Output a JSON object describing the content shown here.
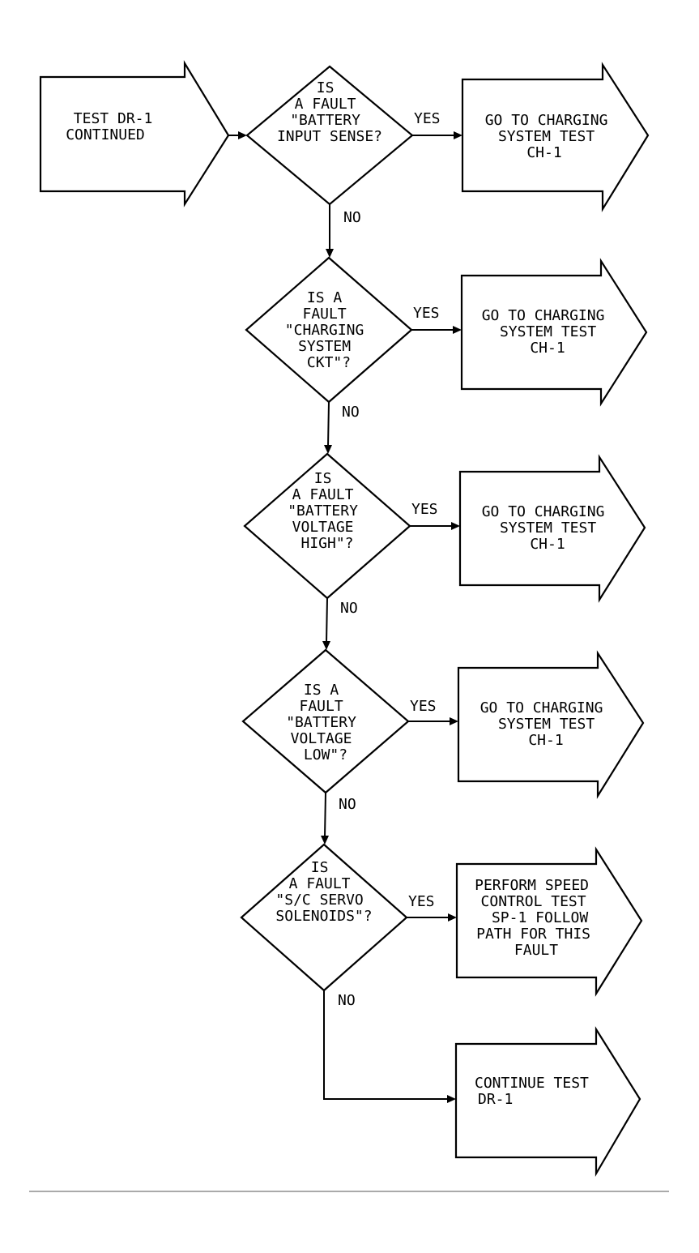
{
  "start_box": {
    "lines": [
      "TEST DR-1",
      "CONTINUED"
    ]
  },
  "decisions": [
    {
      "lines": [
        "IS",
        "A FAULT",
        "\"BATTERY",
        "INPUT SENSE?"
      ],
      "yes_label": "YES",
      "no_label": "NO",
      "yes_action_lines": [
        "GO TO CHARGING",
        "SYSTEM TEST",
        "CH-1"
      ]
    },
    {
      "lines": [
        "IS A",
        "FAULT",
        "\"CHARGING",
        "SYSTEM",
        "CKT\"?"
      ],
      "yes_label": "YES",
      "no_label": "NO",
      "yes_action_lines": [
        "GO TO CHARGING",
        "SYSTEM TEST",
        "CH-1"
      ]
    },
    {
      "lines": [
        "IS",
        "A FAULT",
        "\"BATTERY",
        "VOLTAGE",
        "HIGH\"?"
      ],
      "yes_label": "YES",
      "no_label": "NO",
      "yes_action_lines": [
        "GO TO CHARGING",
        "SYSTEM TEST",
        "CH-1"
      ]
    },
    {
      "lines": [
        "IS A",
        "FAULT",
        "\"BATTERY",
        "VOLTAGE",
        "LOW\"?"
      ],
      "yes_label": "YES",
      "no_label": "NO",
      "yes_action_lines": [
        "GO TO CHARGING",
        "SYSTEM TEST",
        "CH-1"
      ]
    },
    {
      "lines": [
        "IS",
        "A FAULT",
        "\"S/C SERVO",
        "SOLENOIDS\"?"
      ],
      "yes_label": "YES",
      "no_label": "NO",
      "yes_action_lines": [
        "PERFORM SPEED",
        "CONTROL TEST",
        "SP-1 FOLLOW",
        "PATH FOR THIS",
        "FAULT"
      ]
    }
  ],
  "end_box": {
    "lines": [
      "CONTINUE TEST",
      "DR-1"
    ]
  },
  "colors": {
    "stroke": "#000000",
    "background": "#ffffff"
  }
}
